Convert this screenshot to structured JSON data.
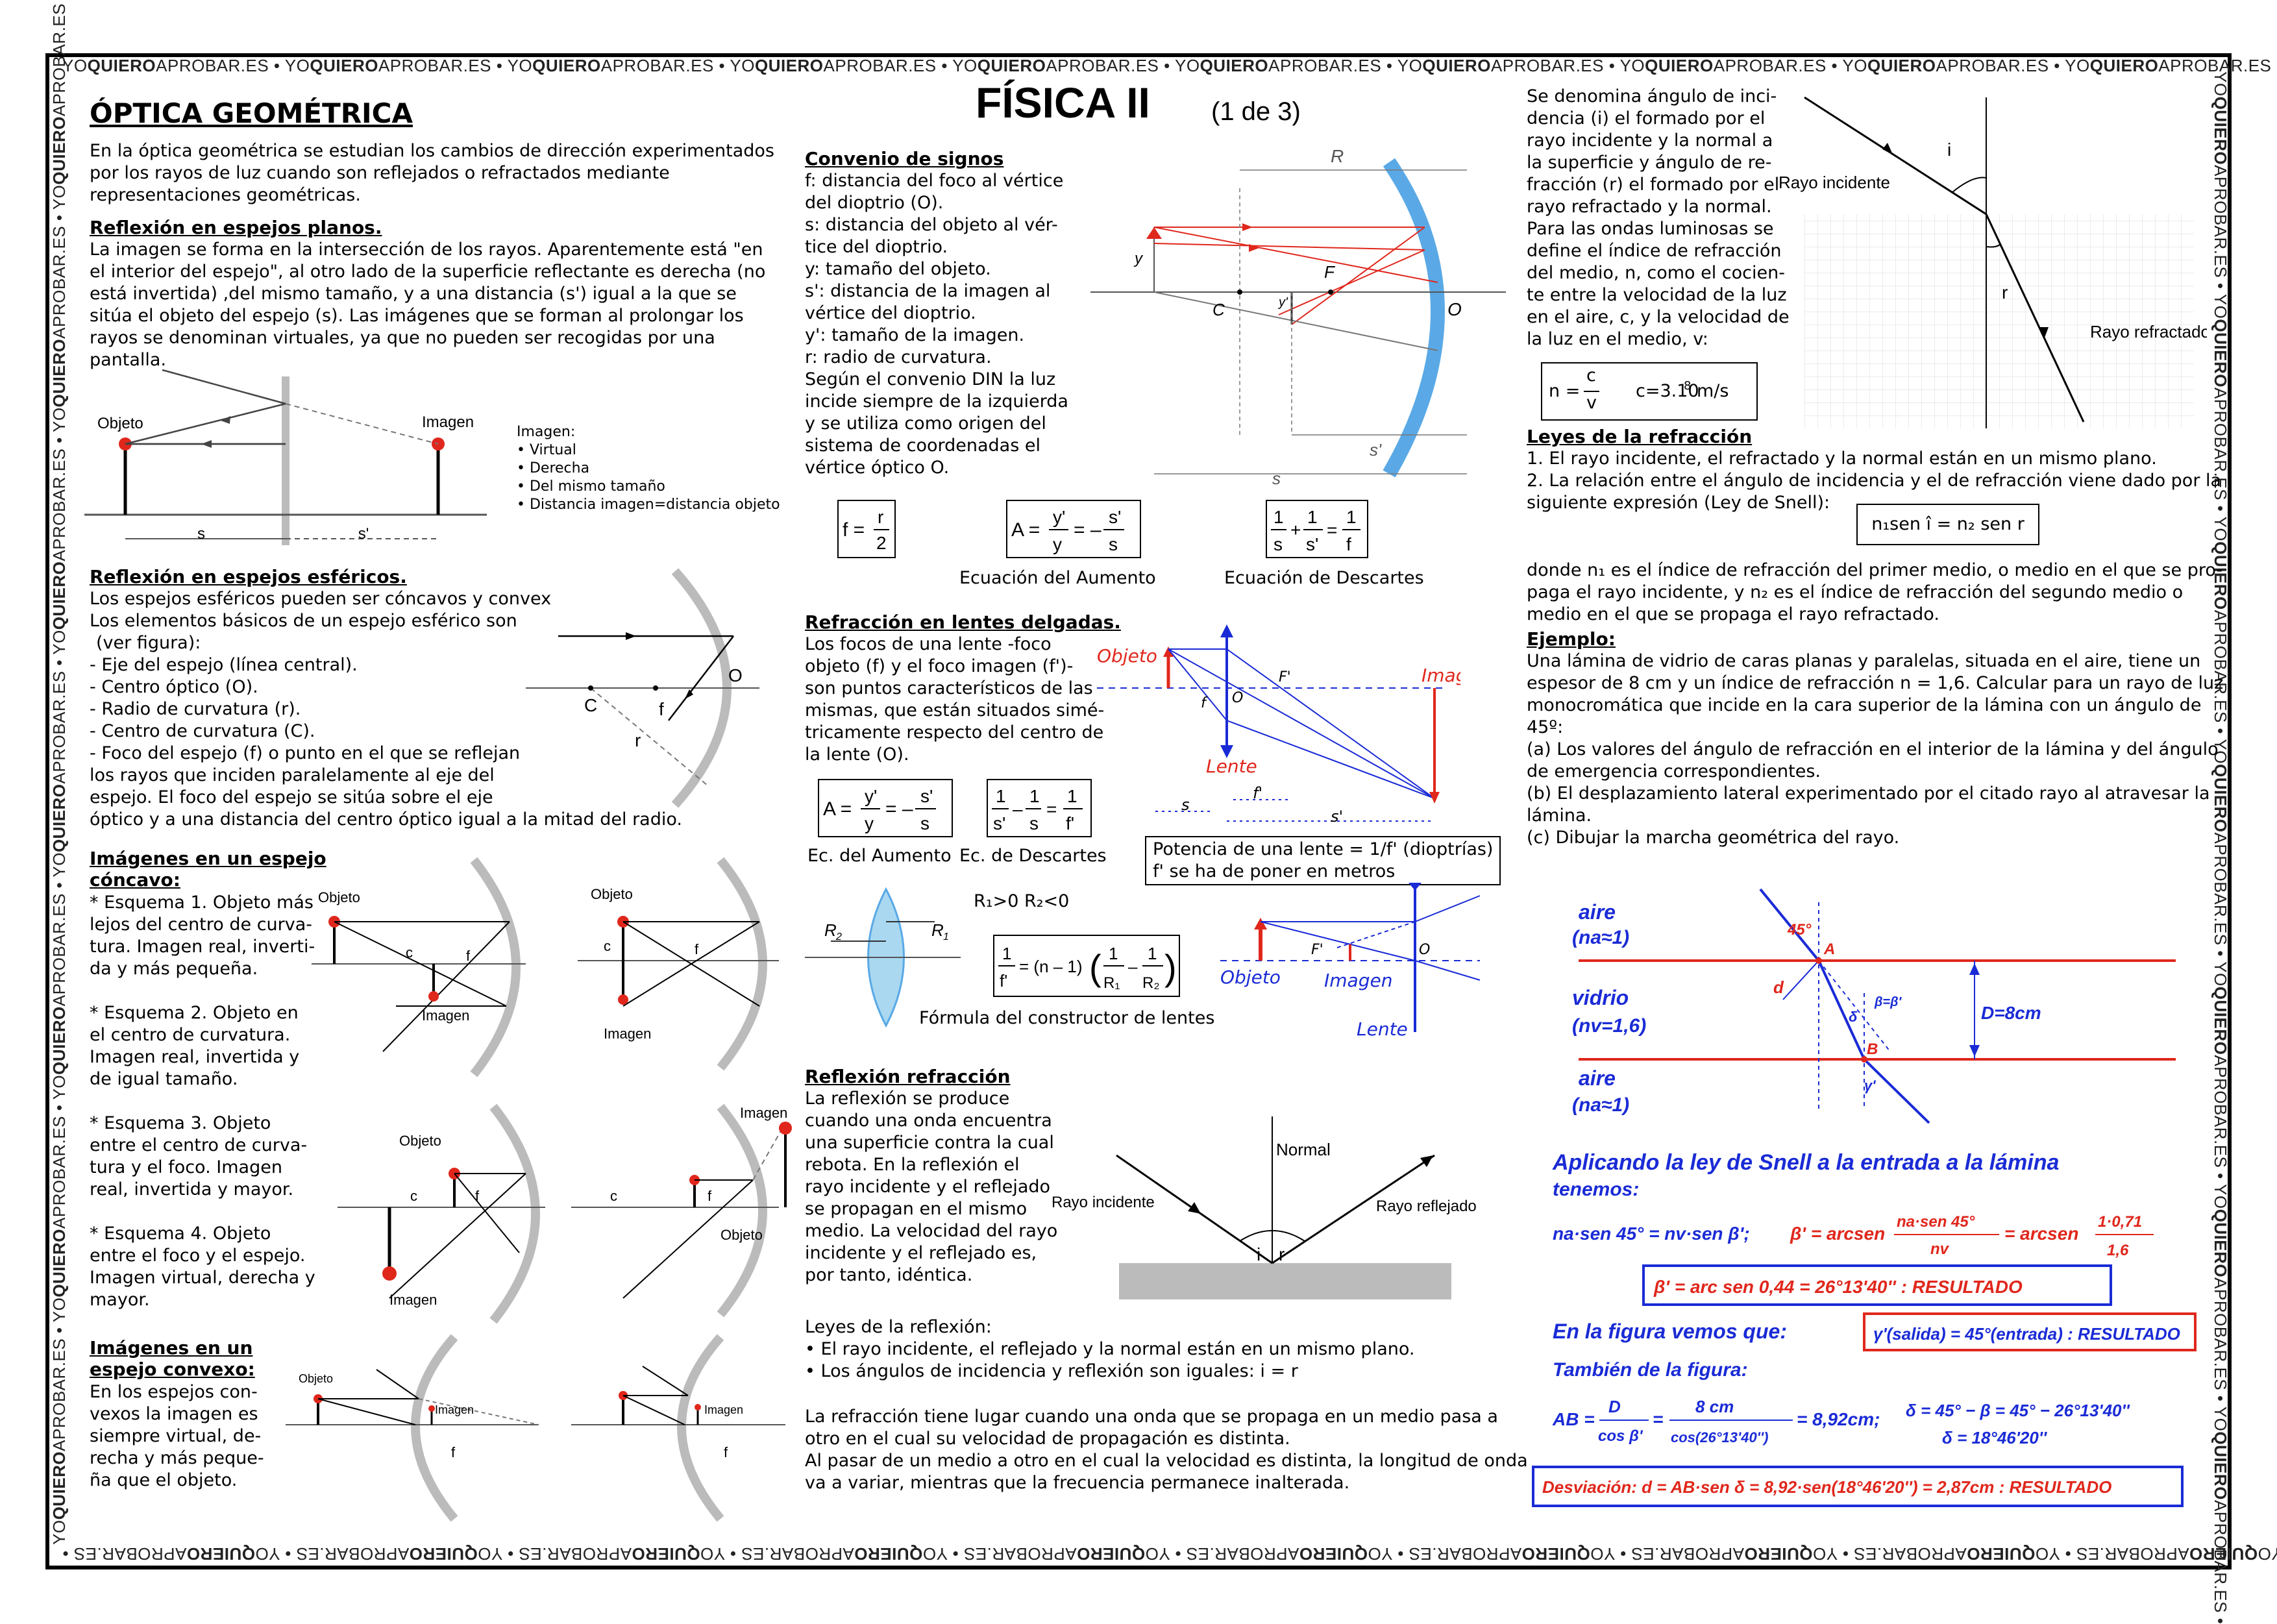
{
  "watermark": {
    "prefix": "YO",
    "bold": "QUIERO",
    "suffix": "APROBAR.ES",
    "sep": "•"
  },
  "header": {
    "title": "FÍSICA II",
    "page": "(1 de 3)"
  },
  "col1": {
    "title": "ÓPTICA GEOMÉTRICA",
    "intro": "En la óptica geométrica se estudian los cambios de dirección experimentados por los rayos de luz cuando son reflejados o refractados mediante representaciones geométricas.",
    "planos_h": "Reflexión en espejos planos.",
    "planos_t": "La imagen se forma en la intersección de los rayos. Aparentemente está \"en el interior del espejo\", al otro lado de la superficie reflectante es derecha (no está invertida) ,del mismo tamaño, y a una distancia (s') igual a la que se sitúa el objeto del espejo (s). Las imágenes que se forman al prolongar los rayos se denominan virtuales, ya que no pueden ser recogidas por una pantalla.",
    "fig1": {
      "objeto": "Objeto",
      "imagen": "Imagen",
      "s": "s",
      "s2": "s'"
    },
    "imagen_list": {
      "title": "Imagen:",
      "items": [
        "Virtual",
        "Derecha",
        "Del mismo tamaño",
        "Distancia imagen=distancia objeto"
      ]
    },
    "esf_h": "Reflexión en espejos esféricos.",
    "esf_lines": [
      "Los espejos esféricos pueden ser cóncavos y convex",
      "Los elementos básicos de un espejo esférico son",
      "(ver figura):",
      "- Eje del espejo (línea central).",
      "- Centro óptico (O).",
      "- Radio de curvatura (r).",
      "- Centro de curvatura (C).",
      "- Foco del espejo (f) o punto en el que se reflejan",
      "los rayos que inciden paralelamente al eje del",
      "espejo. El foco del espejo se sitúa sobre el eje",
      "óptico y a una distancia del centro óptico igual a la mitad del radio."
    ],
    "fig2": {
      "C": "C",
      "f": "f",
      "O": "O",
      "r": "r"
    },
    "conc_h": [
      "Imágenes en un espejo",
      "cóncavo:"
    ],
    "conc_lines": [
      "* Esquema 1. Objeto más",
      "lejos del centro de curva-",
      "tura. Imagen real, inverti-",
      "da y más pequeña.",
      "",
      "* Esquema 2. Objeto en",
      "el centro de curvatura.",
      "Imagen real, invertida y",
      "de igual tamaño.",
      "",
      "* Esquema 3. Objeto",
      "entre el centro de curva-",
      "tura y el foco. Imagen",
      "real, invertida y mayor.",
      "",
      "* Esquema 4. Objeto",
      "entre el foco y el espejo.",
      "Imagen virtual, derecha y",
      "mayor."
    ],
    "conv_h": [
      "Imágenes en un",
      "espejo convexo:"
    ],
    "conv_lines": [
      "En los espejos con-",
      "vexos la imagen es",
      "siempre virtual, de-",
      "recha y más peque-",
      "ña que el objeto."
    ],
    "schemes": {
      "objeto": "Objeto",
      "imagen": "Imagen",
      "c": "c",
      "f": "f"
    }
  },
  "col2": {
    "signos_h": "Convenio de signos",
    "signos_lines": [
      "f: distancia del foco al vértice",
      "del dioptrio (O).",
      "s: distancia del objeto al vér-",
      "tice del dioptrio.",
      "y: tamaño del objeto.",
      "s': distancia de la imagen al",
      "vértice del dioptrio.",
      "y': tamaño de la imagen.",
      "r: radio de curvatura.",
      "Según el convenio DIN la luz",
      "incide siempre de la izquierda",
      "y se utiliza como origen del",
      "sistema de coordenadas el",
      "vértice óptico O."
    ],
    "fig3": {
      "R": "R",
      "y": "y",
      "y2": "y'",
      "C": "C",
      "F": "F",
      "O": "O",
      "s": "s",
      "s2": "s'"
    },
    "eq_aumento": "Ecuación del Aumento",
    "eq_descartes": "Ecuación de Descartes",
    "lentes_h": "Refracción en lentes delgadas.",
    "lentes_lines": [
      "Los focos de una lente -foco",
      "objeto (f) y el foco imagen (f')-",
      "son puntos característicos de las",
      "mismas, que están situados simé-",
      "tricamente respecto del centro de",
      "la lente (O)."
    ],
    "fig4": {
      "objeto": "Objeto",
      "imagen": "Imagen",
      "lente": "Lente",
      "f": "f",
      "f2": "F'",
      "O": "O",
      "s": "s",
      "s2": "s'",
      "ff": "f'"
    },
    "ec_aumento": "Ec. del Aumento",
    "ec_descartes": "Ec. de Descartes",
    "potencia": [
      "Potencia de una lente = 1/f' (dioptrías)",
      "f' se ha de poner en metros"
    ],
    "r_signs": "R₁>0    R₂<0",
    "constructor": "Fórmula del constructor de lentes",
    "fig5": {
      "objeto": "Objeto",
      "imagen": "Imagen",
      "lente": "Lente",
      "F": "F'",
      "O": "O"
    },
    "refl_h": "Reflexión refracción",
    "refl_lines": [
      "La reflexión se produce",
      "cuando una onda encuentra",
      "una superficie contra la cual",
      "rebota. En la reflexión el",
      "rayo incidente y el reflejado",
      "se propagan en el mismo",
      "medio. La velocidad del rayo",
      "incidente y el reflejado es,",
      "por tanto, idéntica."
    ],
    "fig6": {
      "normal": "Normal",
      "incidente": "Rayo incidente",
      "reflejado": "Rayo reflejado",
      "i": "i",
      "r": "r"
    },
    "leyes_refl_title": "Leyes de la reflexión:",
    "leyes_refl": [
      "El rayo incidente, el reflejado y la normal están en un mismo plano.",
      "Los ángulos de incidencia y reflexión son iguales: i = r"
    ],
    "refr_lines": [
      "La refracción tiene lugar cuando una onda que se propaga en un medio pasa a",
      "otro en el cual su velocidad de propagación es distinta.",
      "Al pasar de un medio a otro en el cual la velocidad es distinta, la longitud de onda",
      "va a variar, mientras que la frecuencia permanece inalterada."
    ]
  },
  "col3": {
    "intro_lines": [
      "Se denomina ángulo de inci-",
      "dencia (i) el formado por el",
      "rayo incidente y la normal a",
      "la superficie y ángulo de re-",
      "fracción (r) el formado por el",
      "rayo refractado y la normal.",
      "Para las ondas luminosas se",
      "define el índice de refracción",
      "del medio, n, como el cocien-",
      "te entre la velocidad de la luz",
      "en el aire, c, y la velocidad de",
      "la luz en el medio, v:"
    ],
    "fig7": {
      "incidente": "Rayo incidente",
      "refractado": "Rayo refractado",
      "i": "i",
      "r": "r"
    },
    "n_formula": {
      "n": "n =",
      "c": "c",
      "v": "v",
      "cval": "c=3.10",
      "exp": "8",
      "unit": "m/s"
    },
    "leyes_h": "Leyes de la refracción",
    "leyes_lines": [
      "1. El rayo incidente, el refractado y la normal están en un mismo plano.",
      "2. La relación entre el ángulo de incidencia y el de refracción viene dado por la",
      "siguiente expresión (Ley de Snell):"
    ],
    "snell": "n₁sen î = n₂ sen r",
    "donde_lines": [
      "donde n₁ es el índice de refracción del primer medio, o medio en el que se pro-",
      "paga el rayo incidente, y n₂ es el índice de refracción del segundo medio o",
      "medio en el que se propaga el rayo refractado."
    ],
    "ejemplo_h": "Ejemplo",
    "ejemplo_lines": [
      "Una lámina de vidrio de caras planas y paralelas, situada en el aire, tiene un",
      "espesor de 8 cm y un índice de refracción n = 1,6. Calcular para un rayo de luz",
      "monocromática que incide en la cara superior de la lámina con un ángulo de",
      "45º:",
      "(a) Los valores del ángulo de refracción en el interior de la lámina y del ángulo",
      "de emergencia correspondientes.",
      "(b) El desplazamiento lateral experimentado por el citado rayo al atravesar la",
      "lámina.",
      "(c) Dibujar la marcha geométrica del rayo."
    ],
    "hand": {
      "aire1": "aire",
      "na1": "(na≈1)",
      "vidrio": "vidrio",
      "nv": "(nv=1,6)",
      "aire2": "aire",
      "na2": "(na≈1)",
      "deg45": "45°",
      "A": "A",
      "B": "B",
      "d": "d",
      "beta": "β=β'",
      "D": "D=8cm",
      "delta": "δ",
      "gamma": "γ'",
      "l1": "Aplicando la ley de Snell a la entrada a la lámina",
      "l2": "tenemos:",
      "l3a": "na·sen 45° = nv·sen β';",
      "l3b": "β' = arcsen",
      "l3c": "na·sen 45°",
      "l3d": "nv",
      "l3e": "= arcsen",
      "l3f": "1·0,71",
      "l3g": "1,6",
      "l4": "β' = arc sen 0,44 = 26°13'40'' : RESULTADO",
      "l5a": "En la figura vemos que:",
      "l5b": "γ'(salida) = 45°(entrada) : RESULTADO",
      "l6": "También de la figura:",
      "l7a": "AB =",
      "l7b": "D",
      "l7c": "cos β'",
      "l7d": "8 cm",
      "l7e": "cos(26°13'40'')",
      "l7f": "= 8,92cm;",
      "l7g": "δ = 45° − β = 45° − 26°13'40''",
      "l7h": "δ = 18°46'20''",
      "l8": "Desviación: d = AB·sen δ = 8,92·sen(18°46'20'') = 2,87cm : RESULTADO"
    }
  },
  "colors": {
    "red": "#e0271c",
    "blue": "#1a2bd6",
    "mirror": "#5aa9e6",
    "grid": "#d9d9d9"
  }
}
